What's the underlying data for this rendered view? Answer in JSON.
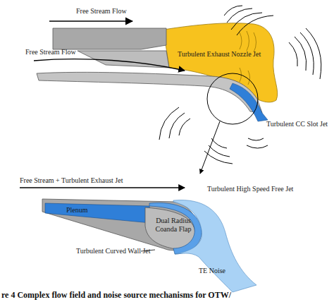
{
  "diagram": {
    "caption": "re 4 Complex flow field and noise source mechanisms for OTW/",
    "nodes": [
      {
        "text": [
          "Turbulent Exhaust Nozzle Jet"
        ]
      },
      {
        "text": [
          "Plenum"
        ]
      },
      {
        "text": [
          "Dual Radius Coanda Flap"
        ]
      }
    ],
    "labels": [
      "Free Stream Flow",
      "Free Stream Flow",
      "Turbulent CC Slot Jet",
      "Free Stream + Turbulent Exhaust Jet",
      "Turbulent High Speed Free Jet",
      "Turbulent Curved Wall Jet",
      "TE Noise"
    ]
  }
}
